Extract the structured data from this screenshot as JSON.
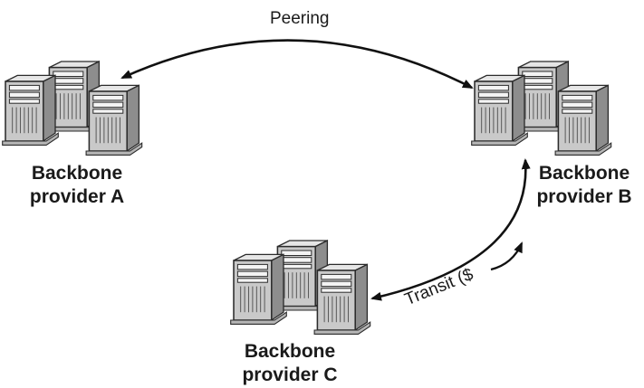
{
  "nodes": [
    {
      "id": "a",
      "label_line1": "Backbone",
      "label_line2": "provider A"
    },
    {
      "id": "b",
      "label_line1": "Backbone",
      "label_line2": "provider B"
    },
    {
      "id": "c",
      "label_line1": "Backbone",
      "label_line2": "provider C"
    }
  ],
  "edges": [
    {
      "id": "peering",
      "label": "Peering",
      "from": "a",
      "to": "b",
      "bidirectional": true
    },
    {
      "id": "transit",
      "label": "Transit ($",
      "from": "c",
      "to": "b",
      "bidirectional": true
    }
  ],
  "colors": {
    "stroke": "#111111",
    "case": "#c9c9c9",
    "side": "#8d8d8d"
  }
}
